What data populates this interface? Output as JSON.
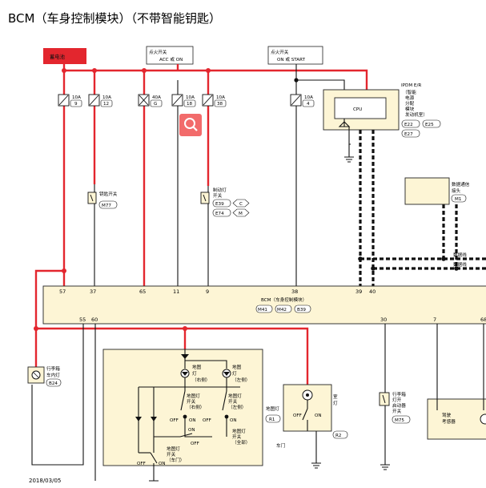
{
  "title": "BCM（车身控制模块）（不带智能钥匙）",
  "date": "2018/03/05",
  "battery_label": "蓄电池",
  "switch_acc": {
    "line1": "点火开关",
    "line2": "ACC 或 ON"
  },
  "switch_on_start": {
    "line1": "点火开关",
    "line2": "ON 或 START"
  },
  "fuses": [
    {
      "amp": "10A",
      "num": "9"
    },
    {
      "amp": "10A",
      "num": "12"
    },
    {
      "amp": "40A",
      "num": "G"
    },
    {
      "amp": "10A",
      "num": "18"
    },
    {
      "amp": "10A",
      "num": "38"
    },
    {
      "amp": "10A",
      "num": "4"
    }
  ],
  "ipdm": {
    "name": "IPDM E/R",
    "desc": [
      "（智能",
      "电源",
      "分配",
      "模块",
      "发动机室）"
    ],
    "cpu": "CPU",
    "connectors": [
      "E22",
      "E25",
      "E27"
    ]
  },
  "key_switch": {
    "label": "钥匙开关",
    "conn": "M77"
  },
  "brake_switch": {
    "label1": "制动灯",
    "label2": "开关",
    "conns": [
      "E39",
      "E74"
    ],
    "tags": [
      "C",
      "M"
    ]
  },
  "data_link": {
    "line1": "数据通信",
    "line2": "接头",
    "conn": "M1"
  },
  "data_lines": [
    "数据线",
    "数据线"
  ],
  "bcm": {
    "label": "BCM（车身控制模块）",
    "conns": [
      "M41",
      "M42",
      "B39"
    ]
  },
  "pins_top": [
    "57",
    "37",
    "65",
    "11",
    "9",
    "38",
    "39",
    "40"
  ],
  "pins_bottom": [
    "55",
    "60",
    "30",
    "7",
    "68"
  ],
  "trunk_lamp": {
    "line1": "行李箱",
    "line2": "车内灯",
    "conn": "B24"
  },
  "map_lamps": {
    "lamp_r": [
      "地图",
      "灯",
      "（右侧）"
    ],
    "lamp_l": [
      "地图",
      "灯",
      "（左侧）"
    ],
    "sw_r": [
      "地图灯",
      "开关",
      "（右侧）"
    ],
    "sw_l": [
      "地图灯",
      "开关",
      "（左侧）"
    ],
    "sw_all": [
      "地图灯",
      "开关",
      "（全部）"
    ],
    "sw_door": [
      "地图灯",
      "开关",
      "（车门）"
    ],
    "off": "OFF",
    "on": "ON",
    "name": "地图灯",
    "conn": "R1"
  },
  "room_lamp": {
    "line1": "室",
    "line2": "灯",
    "door": "车门",
    "off": "OFF",
    "on": "ON",
    "conn": "R2"
  },
  "trunk_sw": {
    "line1": "行李箱",
    "line2": "灯开",
    "line3": "启动器",
    "line4": "开关",
    "conn": "M75"
  },
  "right_cut": {
    "line1": "驾驶",
    "line2": "考感器"
  },
  "colors": {
    "red": "#e3262e",
    "fill": "#fdf5d5",
    "border": "#222222"
  }
}
